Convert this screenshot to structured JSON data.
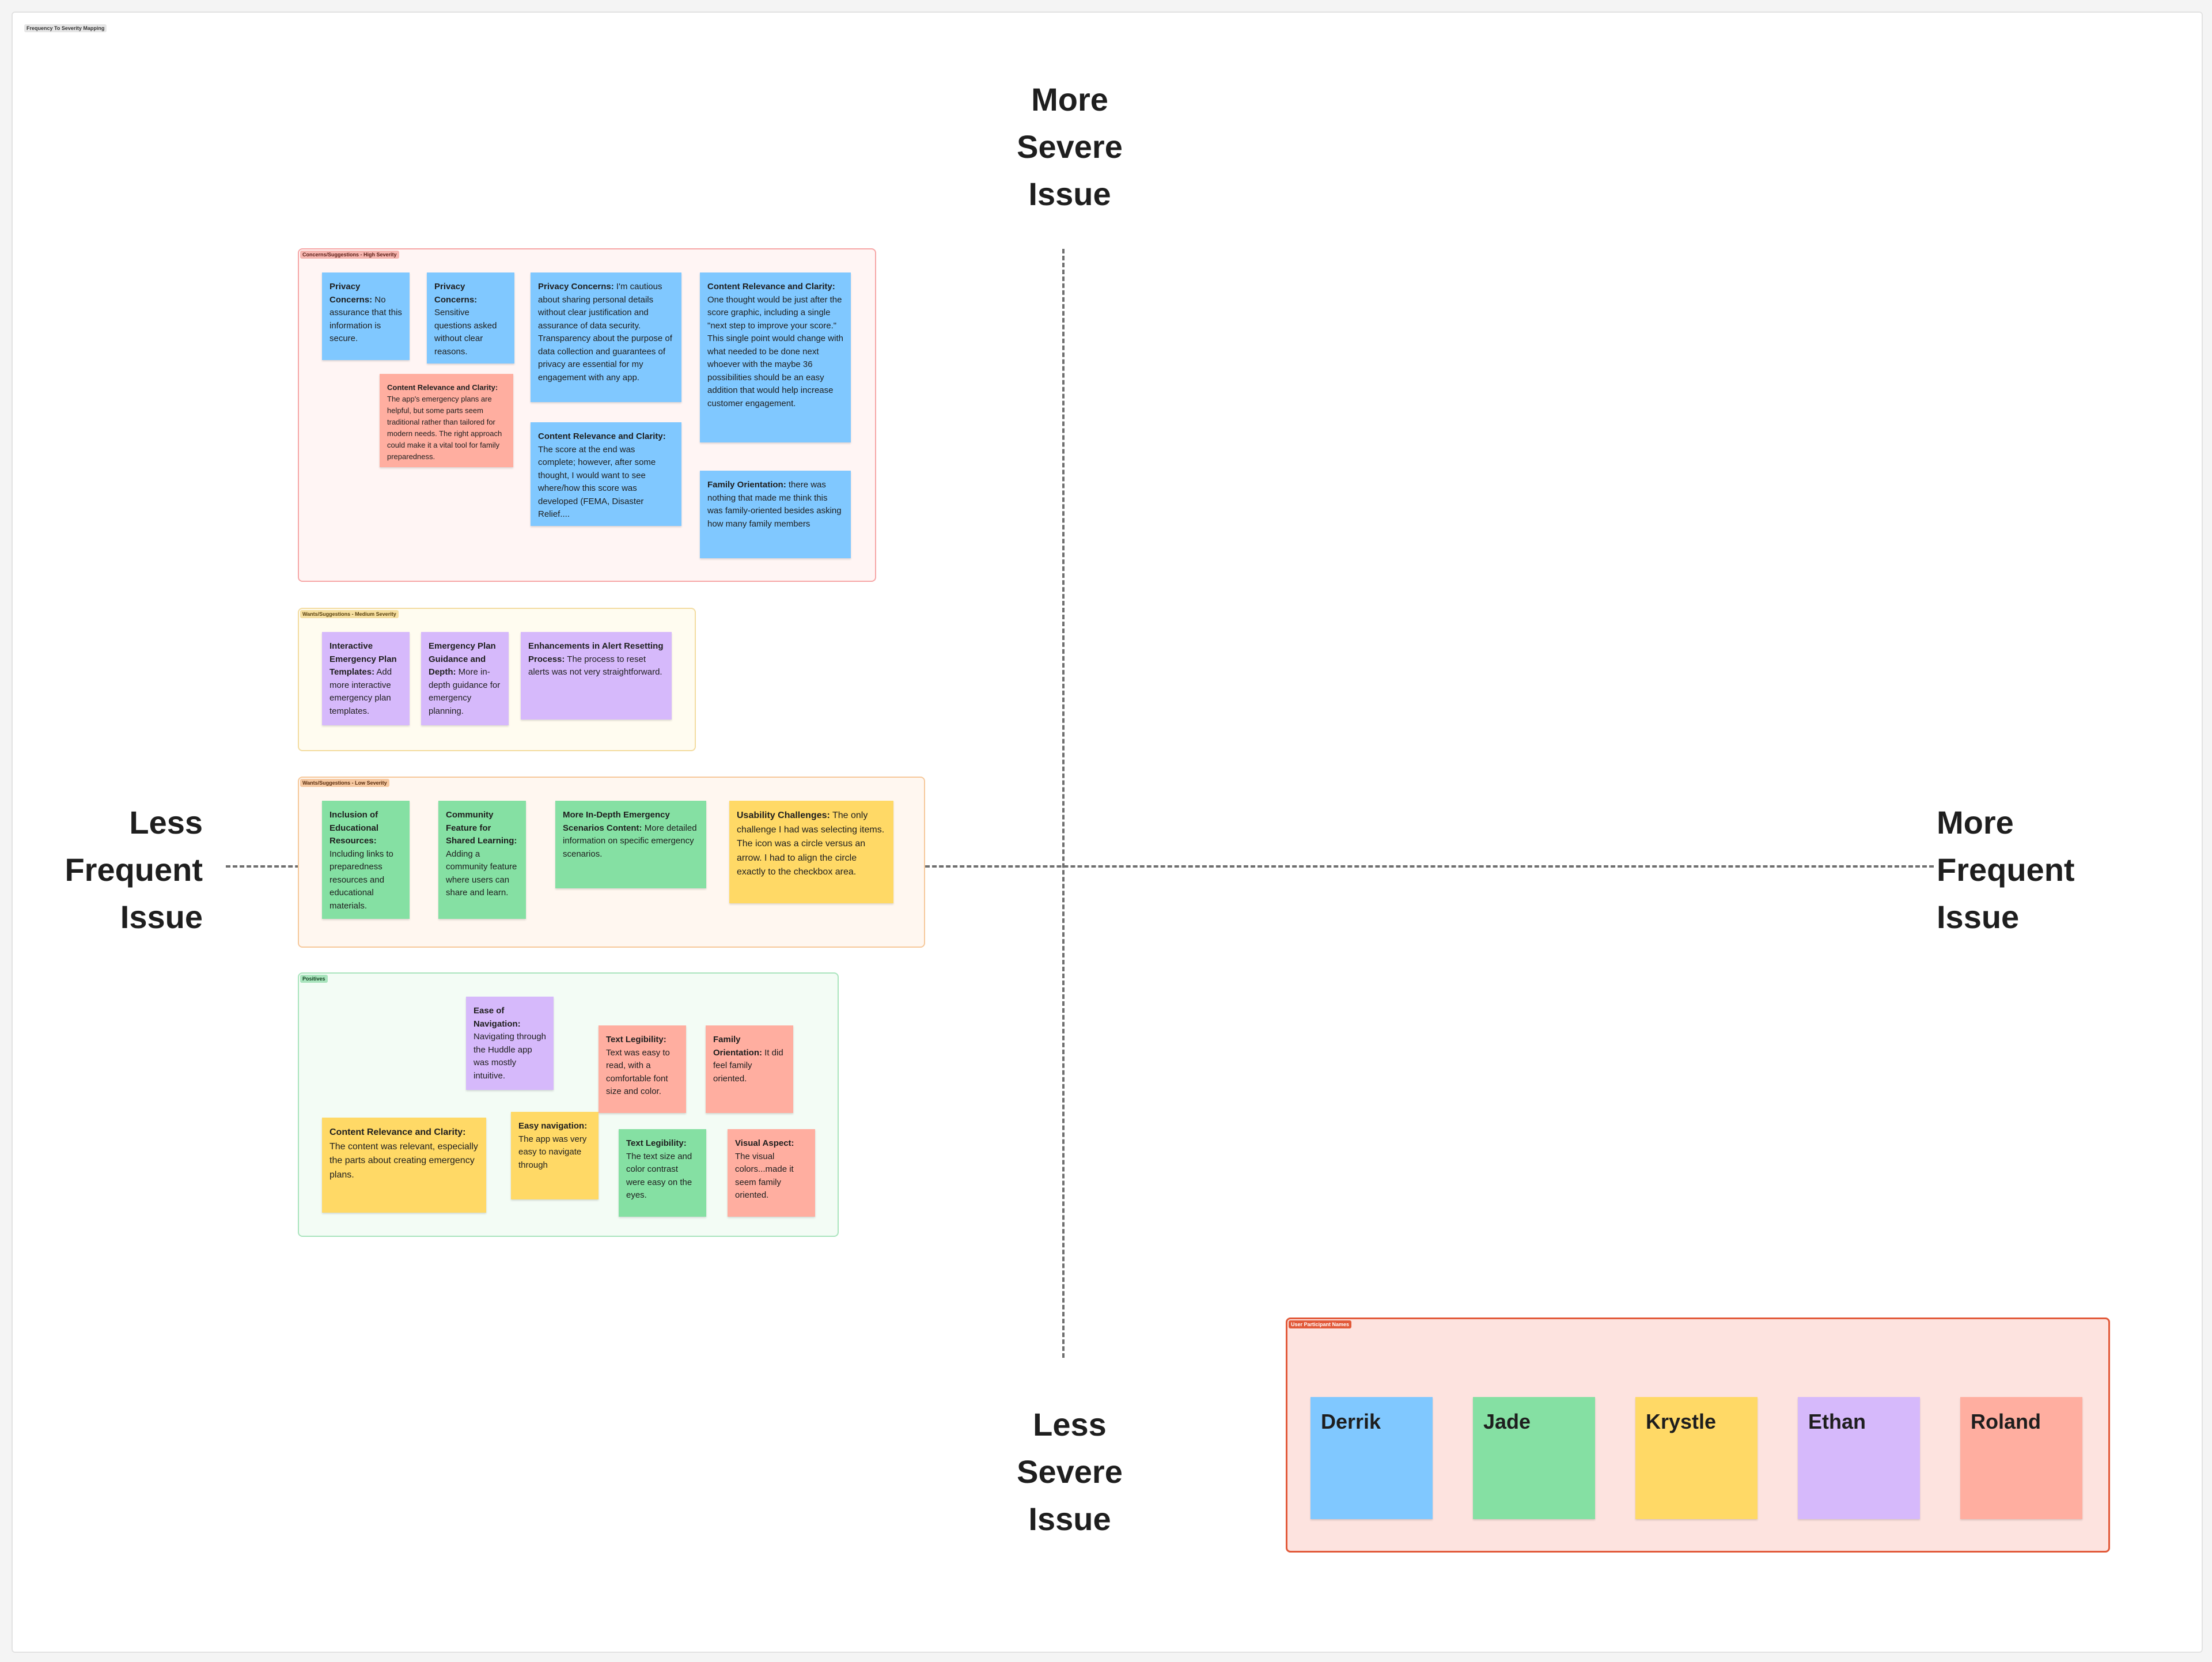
{
  "board_title": "Frequency To Severity Mapping",
  "axes": {
    "top": [
      "More",
      "Severe",
      "Issue"
    ],
    "bottom": [
      "Less",
      "Severe",
      "Issue"
    ],
    "left": [
      "Less",
      "Frequent",
      "Issue"
    ],
    "right": [
      "More",
      "Frequent",
      "Issue"
    ]
  },
  "groups": {
    "high": {
      "label": "Concerns/Suggestions - High Severity",
      "notes": [
        {
          "title": "Privacy Concerns:",
          "body": "No assurance that this information is secure."
        },
        {
          "title": "Privacy Concerns:",
          "body": "Sensitive questions asked without clear reasons."
        },
        {
          "title": "Privacy Concerns:",
          "body": "I'm cautious about sharing personal details without clear justification and assurance of data security. Transparency about the purpose of data collection and guarantees of privacy are essential for my engagement with any app."
        },
        {
          "title": "Content Relevance and Clarity:",
          "body": "One thought would be just after the score graphic, including a single \"next step to improve your score.\" This single point would change with what needed to be done next whoever with the maybe 36 possibilities should be an easy addition that would help increase customer engagement."
        },
        {
          "title": "Content Relevance and Clarity:",
          "body": "The app's emergency plans are helpful, but some parts seem traditional rather than tailored for modern needs. The right approach could make it a vital tool for family preparedness."
        },
        {
          "title": "Content Relevance and Clarity:",
          "body": "The score at the end was complete; however, after some thought, I would want to see where/how this score was developed (FEMA, Disaster Relief...."
        },
        {
          "title": "Family Orientation:",
          "body": "there was nothing that made me think this was family-oriented besides asking how many family members"
        }
      ]
    },
    "medium": {
      "label": "Wants/Suggestions - Medium Severity",
      "notes": [
        {
          "title": "Interactive Emergency Plan Templates:",
          "body": "Add more interactive emergency plan templates."
        },
        {
          "title": "Emergency Plan Guidance and Depth:",
          "body": "More in-depth guidance for emergency planning."
        },
        {
          "title": "Enhancements in Alert Resetting Process:",
          "body": "The process to reset alerts was not very straightforward."
        }
      ]
    },
    "low": {
      "label": "Wants/Suggestions - Low Severity",
      "notes": [
        {
          "title": "Inclusion of Educational Resources:",
          "body": "Including links to preparedness resources and educational materials."
        },
        {
          "title": "Community Feature for Shared Learning:",
          "body": "Adding a community feature where users can share and learn."
        },
        {
          "title": "More In-Depth Emergency Scenarios Content:",
          "body": "More detailed information on specific emergency scenarios."
        },
        {
          "title": "Usability Challenges:",
          "body": "The only challenge I had was selecting items. The icon was a circle versus an arrow. I had to align the circle exactly to the checkbox area."
        }
      ]
    },
    "positives": {
      "label": "Positives",
      "notes": [
        {
          "title": "Ease of Navigation:",
          "body": "Navigating through the Huddle app was mostly intuitive."
        },
        {
          "title": "Text Legibility:",
          "body": "Text was easy to read, with a comfortable font size and color."
        },
        {
          "title": "Family Orientation:",
          "body": "It did feel family oriented."
        },
        {
          "title": "Content Relevance and Clarity:",
          "body": "The content was relevant, especially the parts about creating emergency plans."
        },
        {
          "title": "Easy navigation:",
          "body": "The app was very easy to navigate through"
        },
        {
          "title": "Text Legibility:",
          "body": "The text size and color contrast were easy on the eyes."
        },
        {
          "title": "Visual Aspect:",
          "body": "The visual colors...made it seem family oriented."
        }
      ]
    },
    "participants": {
      "label": "User Participant Names",
      "names": [
        "Derrik",
        "Jade",
        "Krystle",
        "Ethan",
        "Roland"
      ]
    }
  },
  "colors": {
    "blue": "#80c8ff",
    "pink": "#ffaea0",
    "purple": "#d6b9fb",
    "green": "#85e0a3",
    "yellow": "#ffd966",
    "high_frame_border": "#f6a6a6",
    "medium_frame_border": "#f3dca0",
    "low_frame_border": "#f6c89a",
    "positives_frame_border": "#a9e4bd",
    "participants_frame_border": "#e25a3a"
  }
}
